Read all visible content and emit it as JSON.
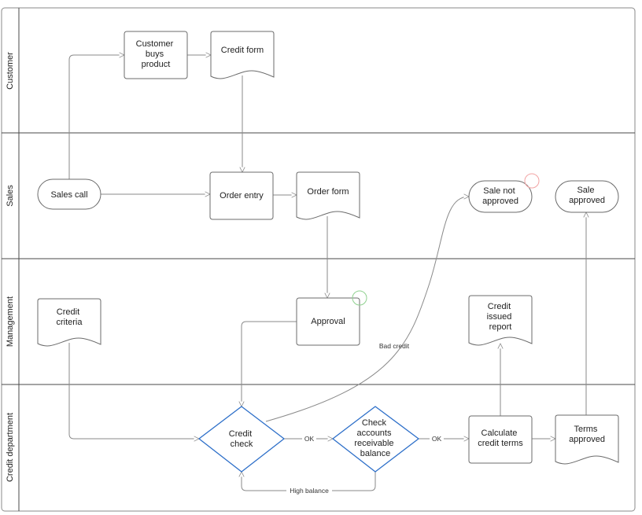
{
  "lanes": [
    {
      "label": "Customer"
    },
    {
      "label": "Sales"
    },
    {
      "label": "Management"
    },
    {
      "label": "Credit department"
    }
  ],
  "nodes": {
    "customer_buys_product": {
      "lines": [
        "Customer",
        "buys",
        "product"
      ]
    },
    "credit_form": {
      "lines": [
        "Credit form"
      ]
    },
    "sales_call": {
      "lines": [
        "Sales call"
      ]
    },
    "order_entry": {
      "lines": [
        "Order entry"
      ]
    },
    "order_form": {
      "lines": [
        "Order form"
      ]
    },
    "sale_not_approved": {
      "lines": [
        "Sale not",
        "approved"
      ]
    },
    "sale_approved": {
      "lines": [
        "Sale",
        "approved"
      ]
    },
    "credit_criteria": {
      "lines": [
        "Credit",
        "criteria"
      ]
    },
    "approval": {
      "lines": [
        "Approval"
      ]
    },
    "credit_issued_report": {
      "lines": [
        "Credit",
        "issued",
        "report"
      ]
    },
    "credit_check": {
      "lines": [
        "Credit",
        "check"
      ]
    },
    "check_accounts_receivable_balance": {
      "lines": [
        "Check",
        "accounts",
        "receivable",
        "balance"
      ]
    },
    "calculate_credit_terms": {
      "lines": [
        "Calculate",
        "credit terms"
      ]
    },
    "terms_approved": {
      "lines": [
        "Terms",
        "approved"
      ]
    }
  },
  "edge_labels": {
    "bad_credit": "Bad credit",
    "ok_1": "OK",
    "ok_2": "OK",
    "high_balance": "High balance"
  },
  "colors": {
    "decision_stroke": "#2d6fc9",
    "shape_stroke": "#6b6b6b",
    "connector": "#8a8a8a"
  }
}
